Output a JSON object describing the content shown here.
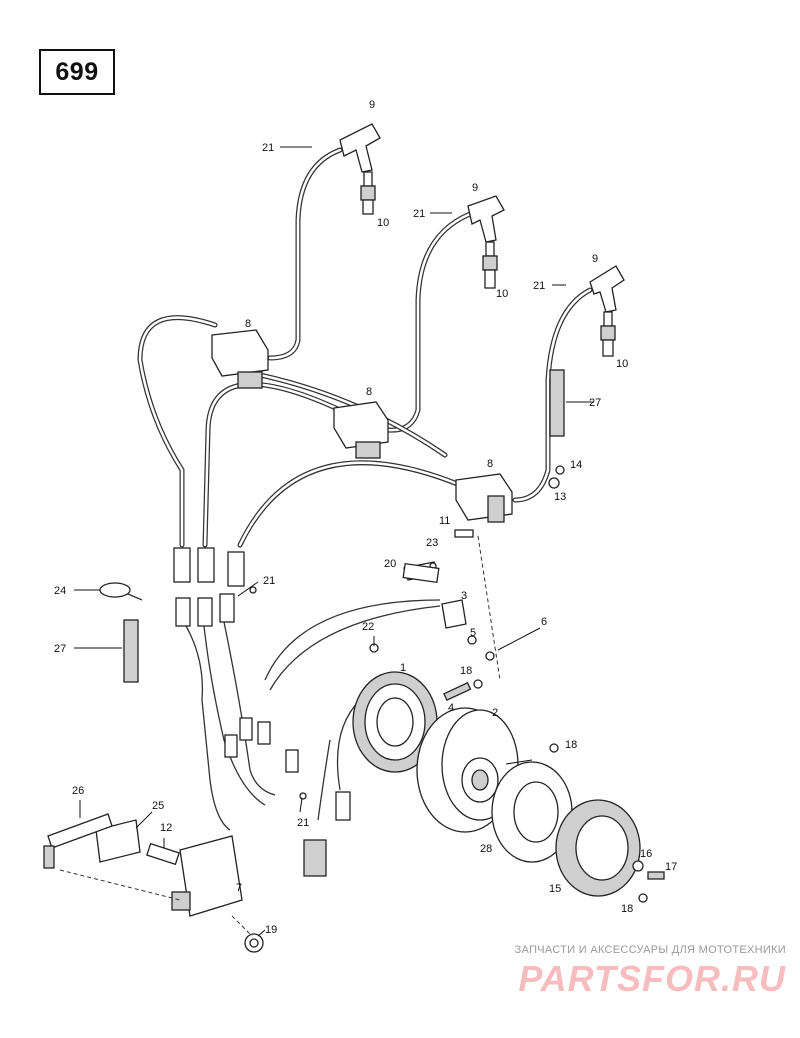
{
  "page_number": "699",
  "callouts": {
    "c1": "1",
    "c2": "2",
    "c3": "3",
    "c4": "4",
    "c5": "5",
    "c6": "6",
    "c7": "7",
    "c8a": "8",
    "c8b": "8",
    "c8c": "8",
    "c9a": "9",
    "c9b": "9",
    "c9c": "9",
    "c10a": "10",
    "c10b": "10",
    "c10c": "10",
    "c11": "11",
    "c12": "12",
    "c13": "13",
    "c14": "14",
    "c15": "15",
    "c16": "16",
    "c17": "17",
    "c18a": "18",
    "c18b": "18",
    "c18c": "18",
    "c19": "19",
    "c20": "20",
    "c21a": "21",
    "c21b": "21",
    "c21c": "21",
    "c21d": "21",
    "c21e": "21",
    "c22": "22",
    "c23": "23",
    "c24": "24",
    "c25": "25",
    "c26": "26",
    "c27a": "27",
    "c27b": "27",
    "c28": "28"
  },
  "watermark": {
    "caption": "ЗАПЧАСТИ И АКСЕССУАРЫ ДЛЯ МОТОТЕХНИКИ",
    "logo": "PARTSFOR.RU"
  },
  "colors": {
    "ink": "#111111",
    "watermark_red": "#e0121b"
  }
}
